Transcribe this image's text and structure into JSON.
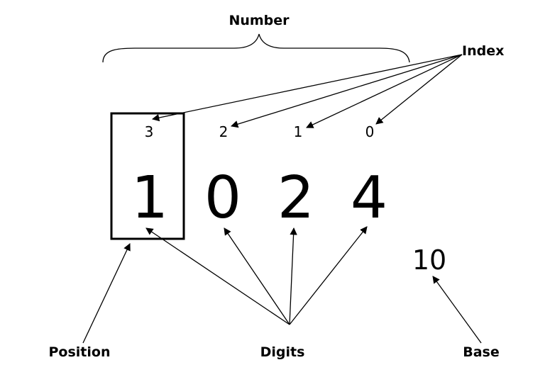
{
  "diagram": {
    "title": "Number",
    "number_digits": [
      "1",
      "0",
      "2",
      "4"
    ],
    "indices": [
      "3",
      "2",
      "1",
      "0"
    ],
    "base_value": "10",
    "labels": {
      "index": "Index",
      "position": "Position",
      "digits": "Digits",
      "base": "Base"
    },
    "highlighted_digit_index": 0
  }
}
